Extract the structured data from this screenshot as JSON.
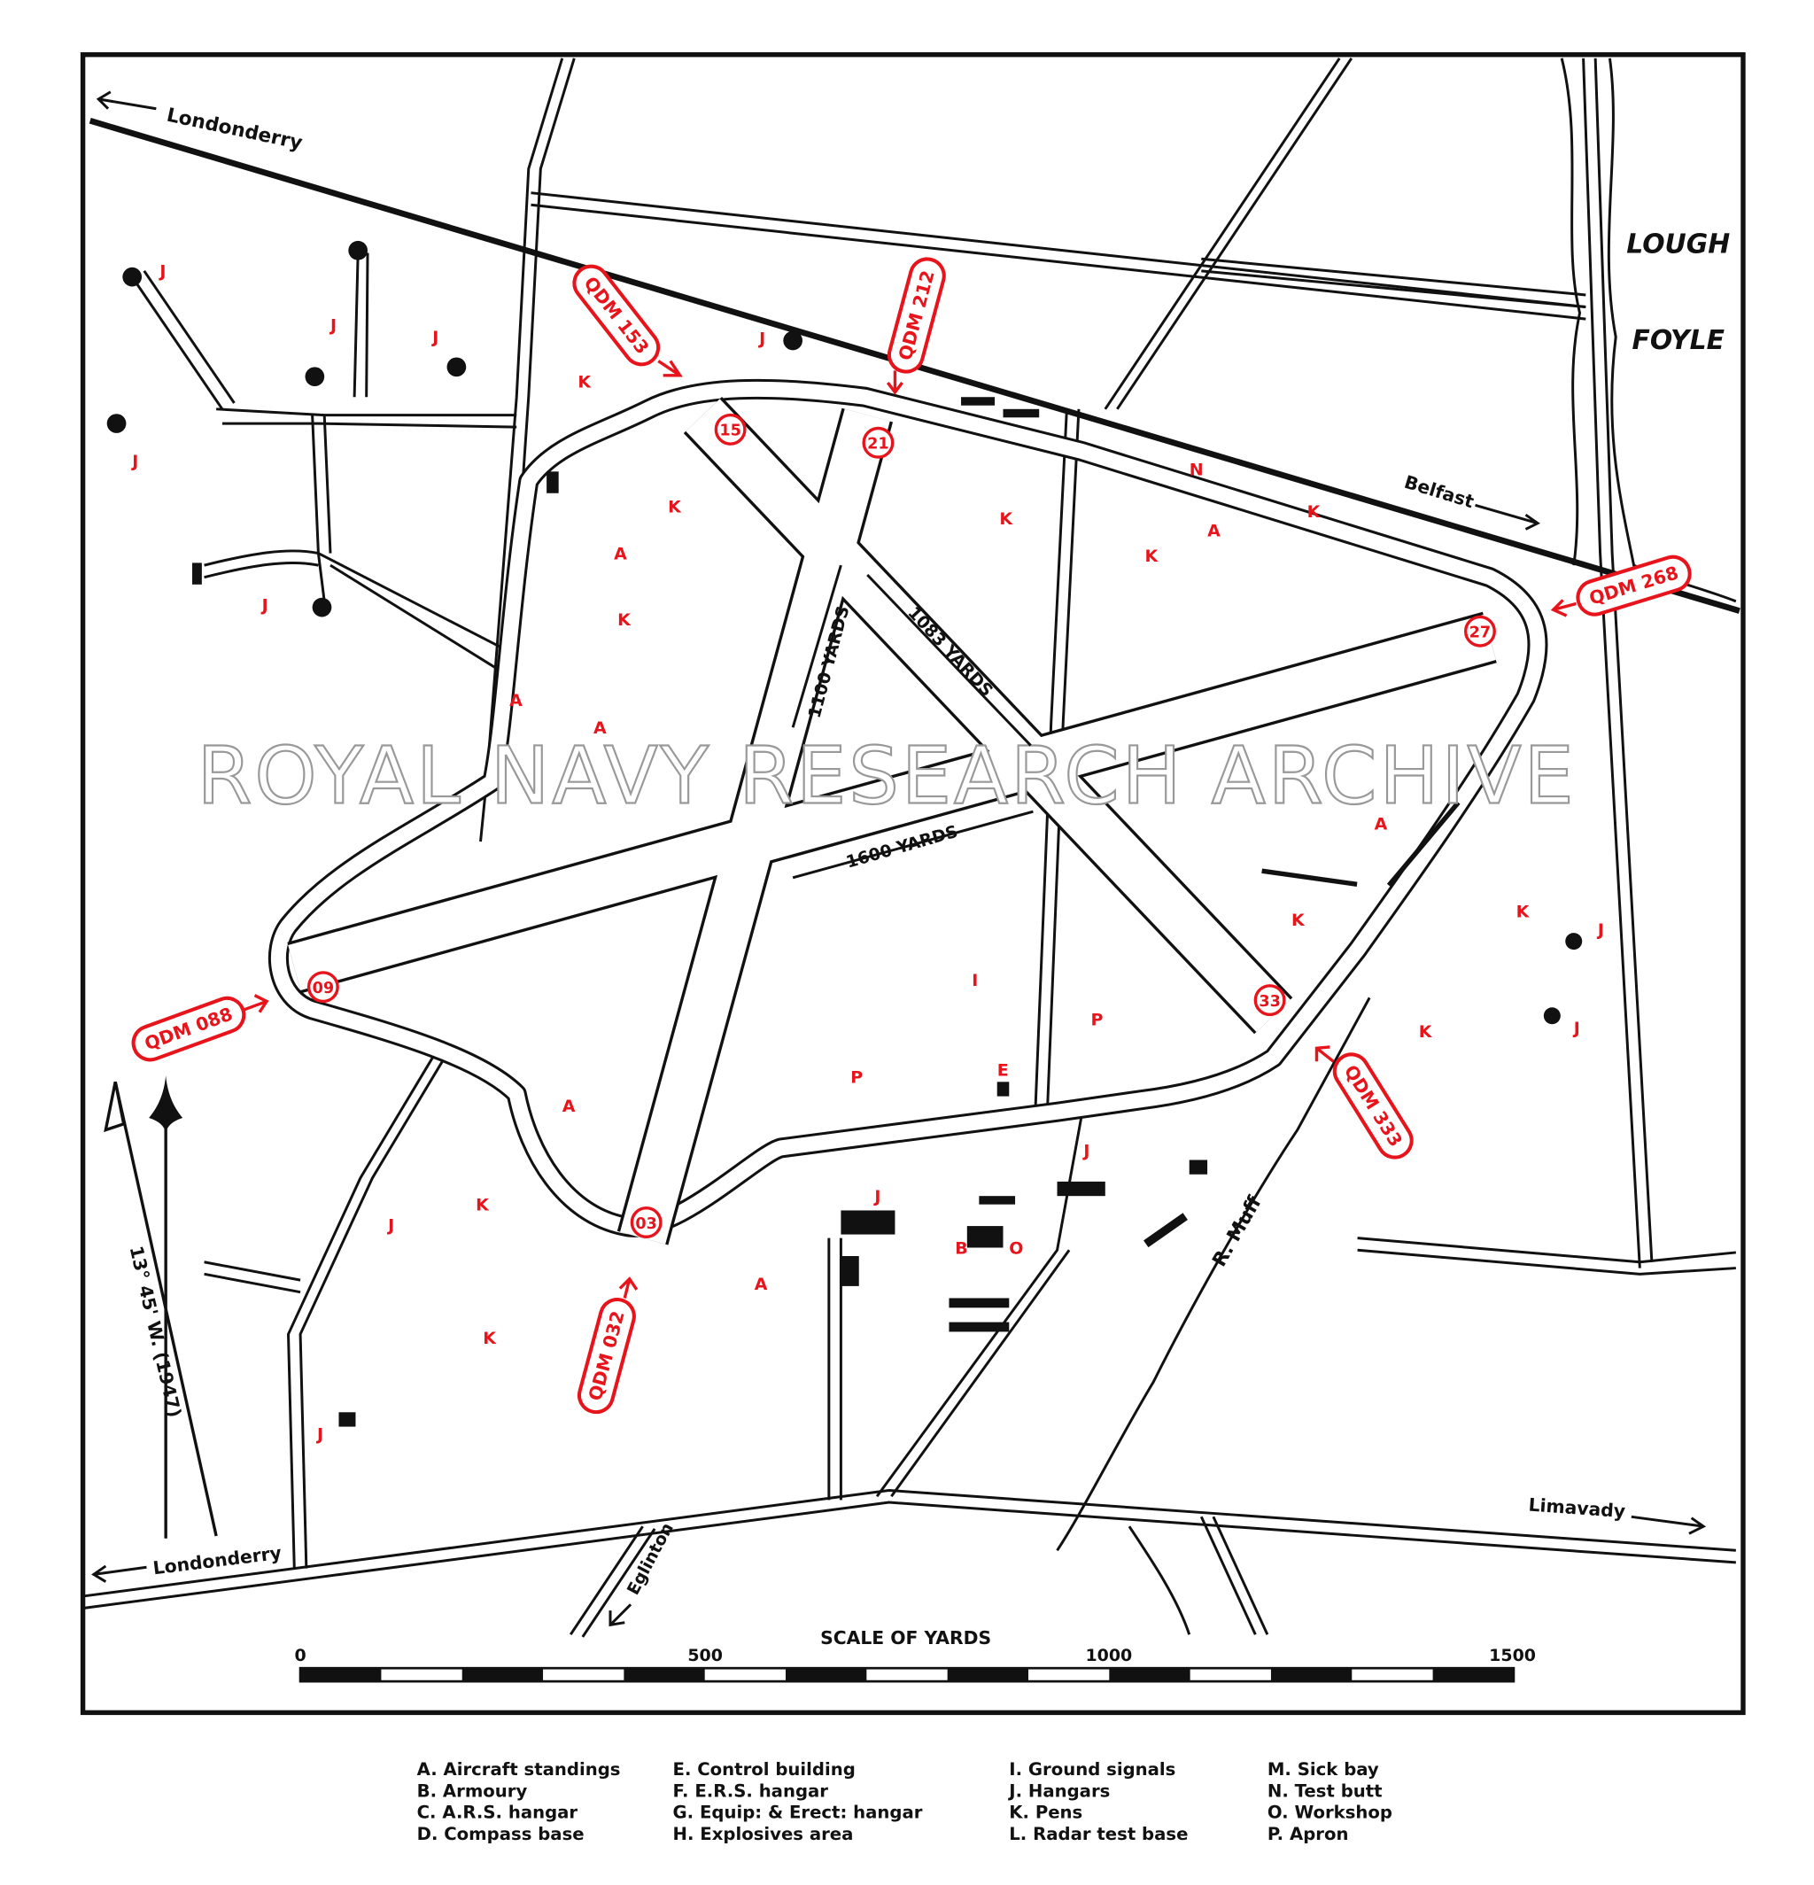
{
  "watermark": "ROYAL NAVY RESEARCH ARCHIVE",
  "places": {
    "londonderry_top": "Londonderry",
    "londonderry_bottom": "Londonderry",
    "belfast": "Belfast",
    "limavady": "Limavady",
    "eglinton": "Eglinton",
    "lough": "LOUGH",
    "foyle": "FOYLE",
    "river": "R. Muff"
  },
  "runways": {
    "r09": "09",
    "r27": "27",
    "r03": "03",
    "r21": "21",
    "r15": "15",
    "r33": "33"
  },
  "qdm": {
    "q153": "QDM 153",
    "q212": "QDM 212",
    "q268": "QDM 268",
    "q088": "QDM 088",
    "q333": "QDM 333",
    "q032": "QDM 032"
  },
  "distances": {
    "d1100": "1100 YARDS",
    "d1083": "1083 YARDS",
    "d1600": "1600 YARDS"
  },
  "declination": "13° 45' W. (1947)",
  "scale": {
    "title": "SCALE OF YARDS",
    "ticks": [
      "0",
      "500",
      "1000",
      "1500"
    ]
  },
  "markers": {
    "A": "A",
    "B": "B",
    "E": "E",
    "I": "I",
    "J": "J",
    "K": "K",
    "N": "N",
    "O": "O",
    "P": "P"
  },
  "legend": [
    [
      "A. Aircraft standings",
      "B. Armoury",
      "C. A.R.S. hangar",
      "D. Compass base"
    ],
    [
      "E. Control building",
      "F. E.R.S. hangar",
      "G. Equip: & Erect: hangar",
      "H. Explosives area"
    ],
    [
      "I. Ground signals",
      "J. Hangars",
      "K. Pens",
      "L. Radar test base"
    ],
    [
      "M. Sick bay",
      "N. Test butt",
      "O. Workshop",
      "P. Apron"
    ]
  ],
  "colors": {
    "ink": "#111111",
    "annotation": "#e8141b"
  }
}
